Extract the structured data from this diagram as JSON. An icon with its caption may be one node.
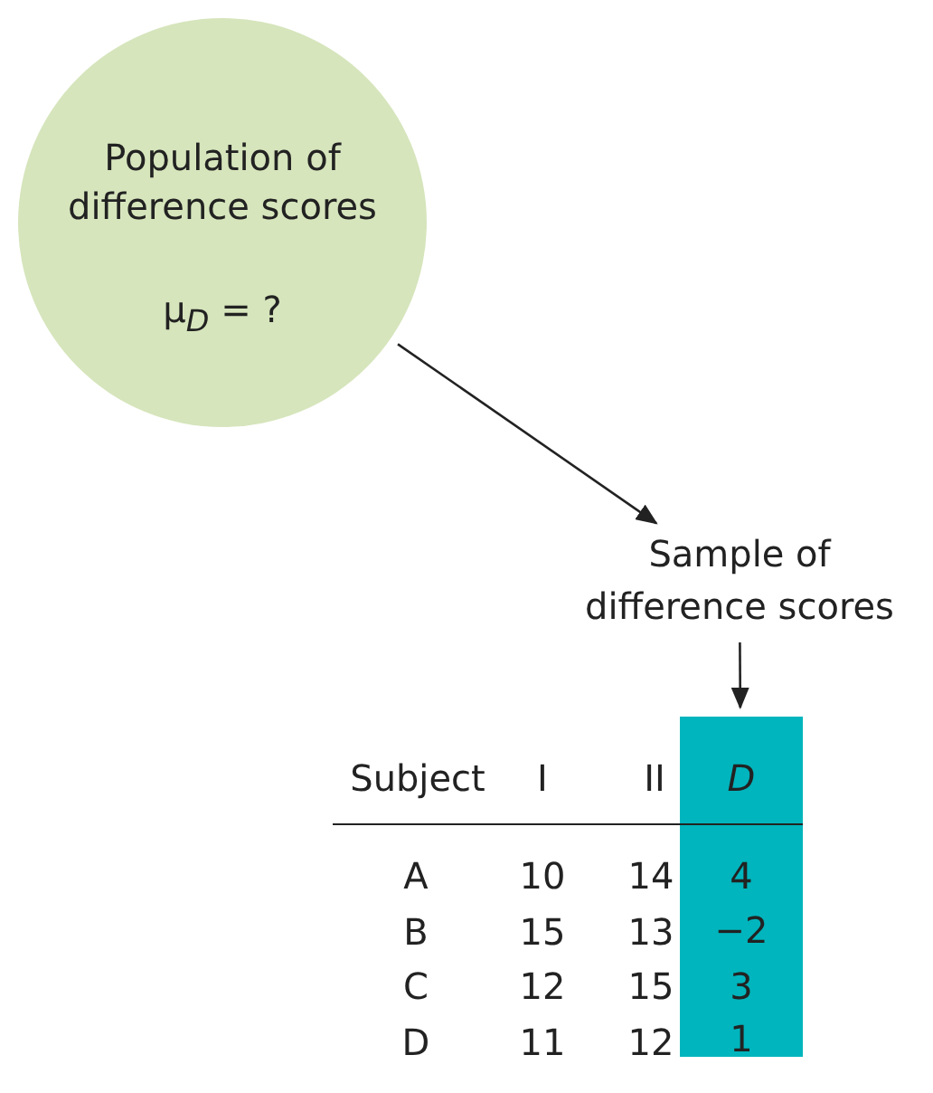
{
  "diagram": {
    "nodes": [
      {
        "text": [
          "Population of difference scores",
          "μ$_{D}$ = ?"
        ]
      },
      {
        "text": [
          "Sample of difference scores"
        ]
      },
      {
        "text": [
          "D",
          "4",
          "−2",
          "3",
          "1"
        ]
      }
    ],
    "edges": [
      {
        "from": 0,
        "to": 1,
        "arrow": "to"
      },
      {
        "from": 1,
        "to": 2,
        "arrow": "to"
      }
    ],
    "labels": [
      "Subject",
      "I",
      "II",
      "A",
      "10",
      "14",
      "B",
      "15",
      "13",
      "C",
      "12",
      "15",
      "D",
      "11",
      "12"
    ]
  }
}
